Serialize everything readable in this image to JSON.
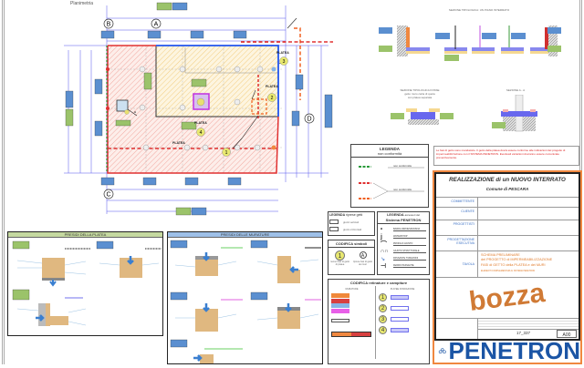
{
  "plan": {
    "title": "Planimetria",
    "axes": [
      "A",
      "B",
      "C",
      "D"
    ],
    "zones": [
      {
        "label": "PLATEA",
        "number": "1"
      },
      {
        "label": "PLATEA",
        "number": "2"
      },
      {
        "label": "PLATEA",
        "number": "3"
      },
      {
        "label": "PLATEA",
        "number": "4"
      }
    ],
    "section_marker": "A"
  },
  "sections": {
    "interrato_title": "SEZIONE TIPOLOGICA: UN PIANO INTERRATO",
    "fosse_title": "SEZIONE TIPOLOGICA FOSSE",
    "fosse_sub1": "getto muro carta di quota",
    "fosse_sub2": "con platea separata",
    "aa_title": "SEZIONE A - A"
  },
  "note_text": "Le fasi di getto sono mandatorie. Il getto della platea dovrà essere conforme alle indicazioni del progetto di impermeabilizzazione con il SISTEMA PENETRON. Eventuali variazioni dovranno essere comunicate preventivamente.",
  "legend_nonconf": {
    "title": "LEGENDA",
    "subtitle": "non conformità",
    "items": [
      "non conformità",
      "non conformità"
    ]
  },
  "legend_riprese": {
    "title": "LEGENDA",
    "subtitle": "riprese getti",
    "items": [
      "giunti verticali",
      "giunti orizzontali"
    ]
  },
  "legend_penetron": {
    "title": "LEGENDA",
    "title_suffix": "accessori del",
    "subtitle": "Sistema PENETRON",
    "items": [
      "BARRA IDROESPANSIVA",
      "WATERSTOP",
      "PROFILO GIUNTO",
      "GIUNTO STRUTTURALE",
      "PASSANTE TUBAZIONI",
      "FERRO PASSANTE"
    ]
  },
  "codifica_simboli": {
    "title": "CODIFICA simboli",
    "sym1": "1",
    "sym1_label": "numeri fasi di getto di platea",
    "sym2": "A",
    "sym2_label": "riprese fasi di getto dei muri"
  },
  "codifica_retinature": {
    "title": "CODIFICA retinature e campiture",
    "col1_title": "MURATURE",
    "col2_title": "PLATEE FONDAZIONE",
    "numbers": [
      "1",
      "2",
      "3",
      "4"
    ],
    "colors": [
      "#f0883a",
      "#d84040",
      "#88b4e6",
      "#e860e8"
    ]
  },
  "presidi_platea": {
    "title": "PRESIDI DELLA PLATEA"
  },
  "presidi_murature": {
    "title": "PRESIDI DELLE MURATURE"
  },
  "title_block": {
    "project": "REALIZZAZIONE di un NUOVO INTERRATO",
    "comune": "Comune di PESCARA",
    "rows": [
      {
        "label": "COMMITTENTE"
      },
      {
        "label": "CLIENTE"
      },
      {
        "label": "PROGETTISTI"
      },
      {
        "label": "PROGETTAZIONE ESECUTIVA"
      }
    ],
    "tavola_label": "TAVOLA",
    "tavola_lines": [
      "SCHEMA PRELIMINARE",
      "del PROGETTO di IMPERMEABILIZZAZIONE",
      "FASI di GETTO della PLATEA e dei MURI"
    ],
    "tavola_small": "ELEMENTI COMPLEMENTARI AL SISTEMA PENETRON",
    "stamp": "bozza",
    "code": "17_337",
    "sheet": "A00",
    "brand": "PENETRON"
  },
  "colors": {
    "blue_dim": "#4a4ae6",
    "red_border": "#e03030",
    "orange_dash": "#f06020",
    "brand_blue": "#1b55a5",
    "green_tag": "#9bc36a",
    "blue_tag": "#5b8fd0"
  }
}
